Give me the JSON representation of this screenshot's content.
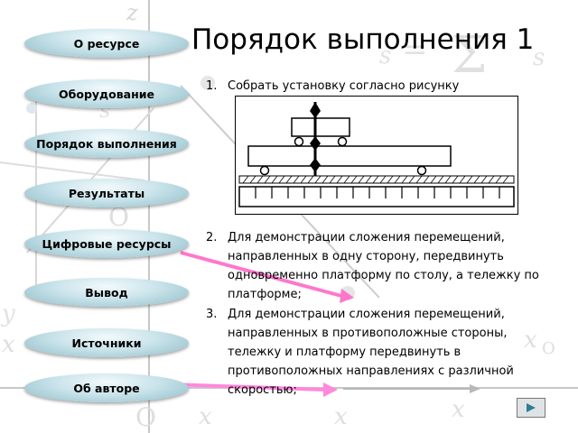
{
  "title": "Порядок выполнения 1",
  "nav": {
    "items": [
      {
        "label": "О ресурсе"
      },
      {
        "label": "Оборудование"
      },
      {
        "label": "Порядок выполнения"
      },
      {
        "label": "Результаты"
      },
      {
        "label": "Цифровые ресурсы"
      },
      {
        "label": "Вывод"
      },
      {
        "label": "Источники"
      },
      {
        "label": "Об авторе"
      }
    ]
  },
  "steps": [
    {
      "num": "1.",
      "text": "Собрать установку согласно рисунку"
    },
    {
      "num": "2.",
      "text": "Для демонстрации сложения перемещений, направленных в одну сторону, передвинуть одновременно платформу по столу, а тележку по платформе;"
    },
    {
      "num": "3.",
      "text": "Для демонстрации сложения перемещений, направленных в противоположные стороны, тележку и платформу передвинуть в противоположных направлениях с различной скоростью;"
    }
  ],
  "colors": {
    "nav_button": "#c9e3ea",
    "pink_arrow": "#ff66cc",
    "next_arrow": "#2f7c95"
  },
  "icons": {
    "next": "play-right-icon"
  }
}
